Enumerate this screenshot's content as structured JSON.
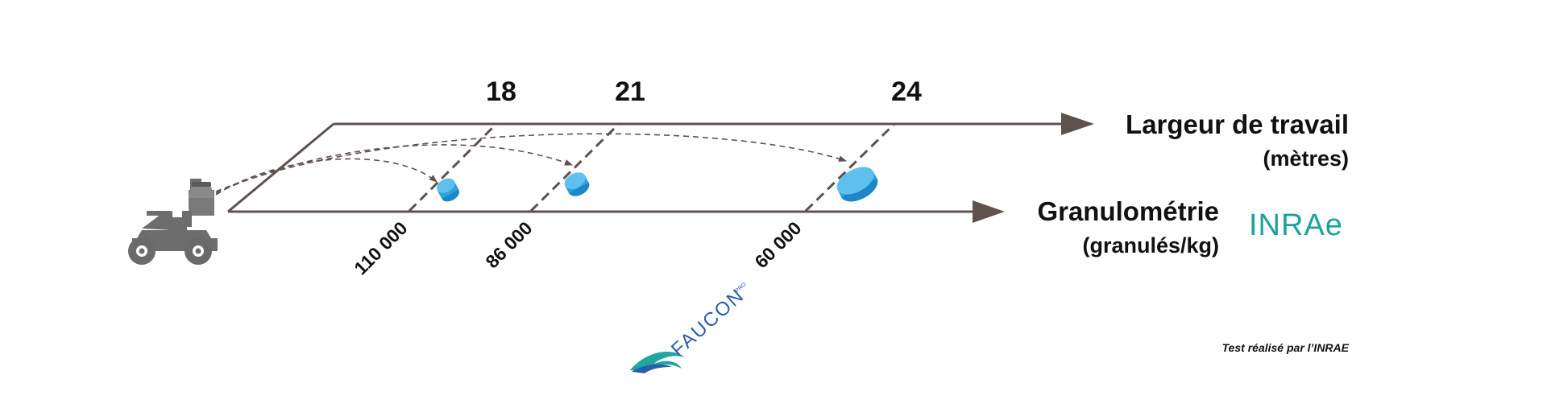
{
  "diagram": {
    "top_axis": {
      "title": "Largeur de travail",
      "unit": "(mètres)",
      "marks": [
        "18",
        "21",
        "24"
      ]
    },
    "bottom_axis": {
      "title": "Granulométrie",
      "unit": "(granulés/kg)",
      "marks": [
        "110 000",
        "86 000",
        "60 000"
      ]
    },
    "credit": "Test réalisé par l’INRAE",
    "brands": {
      "inrae": "INRAE",
      "inrae_display": "INRAe",
      "faucon": "FAUCON",
      "faucon_suffix": "PRO"
    },
    "icons": {
      "vehicle": "quad-spreader-icon",
      "granule": "granule-icon",
      "trajectory": "dashed-trajectory-arrow"
    },
    "colors": {
      "axis": "#5e524f",
      "granule": "#2ea2e0",
      "inrae": "#1aa39a",
      "faucon_blue": "#2a5caa",
      "faucon_teal": "#22a5a0",
      "text": "#111111"
    }
  }
}
